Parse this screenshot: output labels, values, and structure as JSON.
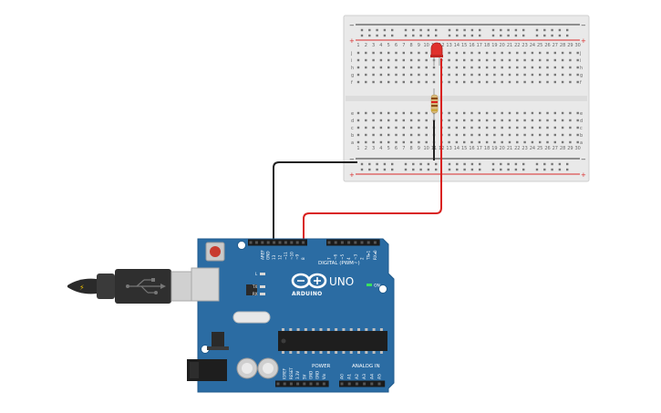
{
  "board": {
    "logo": "ARDUINO",
    "model": "UNO",
    "on_label": "ON",
    "digital_label": "DIGITAL (PWM~)",
    "power_label": "POWER",
    "analog_label": "ANALOG IN",
    "l_label": "L",
    "tx_label": "TX",
    "rx_label": "RX",
    "top_pins": [
      "AREF",
      "GND",
      "13",
      "12",
      "~11",
      "~10",
      "~9",
      "8",
      "7",
      "~6",
      "~5",
      "4",
      "~3",
      "2",
      "TX▸1",
      "RX◂0"
    ],
    "power_pins": [
      "IOREF",
      "RESET",
      "3.3V",
      "5V",
      "GND",
      "GND",
      "Vin"
    ],
    "analog_pins": [
      "A0",
      "A1",
      "A2",
      "A3",
      "A4",
      "A5"
    ]
  },
  "breadboard": {
    "row_letters_top": [
      "j",
      "i",
      "h",
      "g",
      "f"
    ],
    "row_letters_bottom": [
      "e",
      "d",
      "c",
      "b",
      "a"
    ],
    "column_numbers": [
      "1",
      "2",
      "3",
      "4",
      "5",
      "6",
      "7",
      "8",
      "9",
      "10",
      "11",
      "12",
      "13",
      "14",
      "15",
      "16",
      "17",
      "18",
      "19",
      "20",
      "21",
      "22",
      "23",
      "24",
      "25",
      "26",
      "27",
      "28",
      "29",
      "30"
    ]
  },
  "colors": {
    "board": "#2b6ca3",
    "board_edge": "#1f5a8c",
    "breadboard": "#e9e9e9",
    "rail_red": "#d92b2b",
    "rail_dark": "#333333",
    "wire_red": "#d9211f",
    "wire_black": "#222222",
    "led": "#e0302c",
    "usb": "#2a2a2a"
  }
}
